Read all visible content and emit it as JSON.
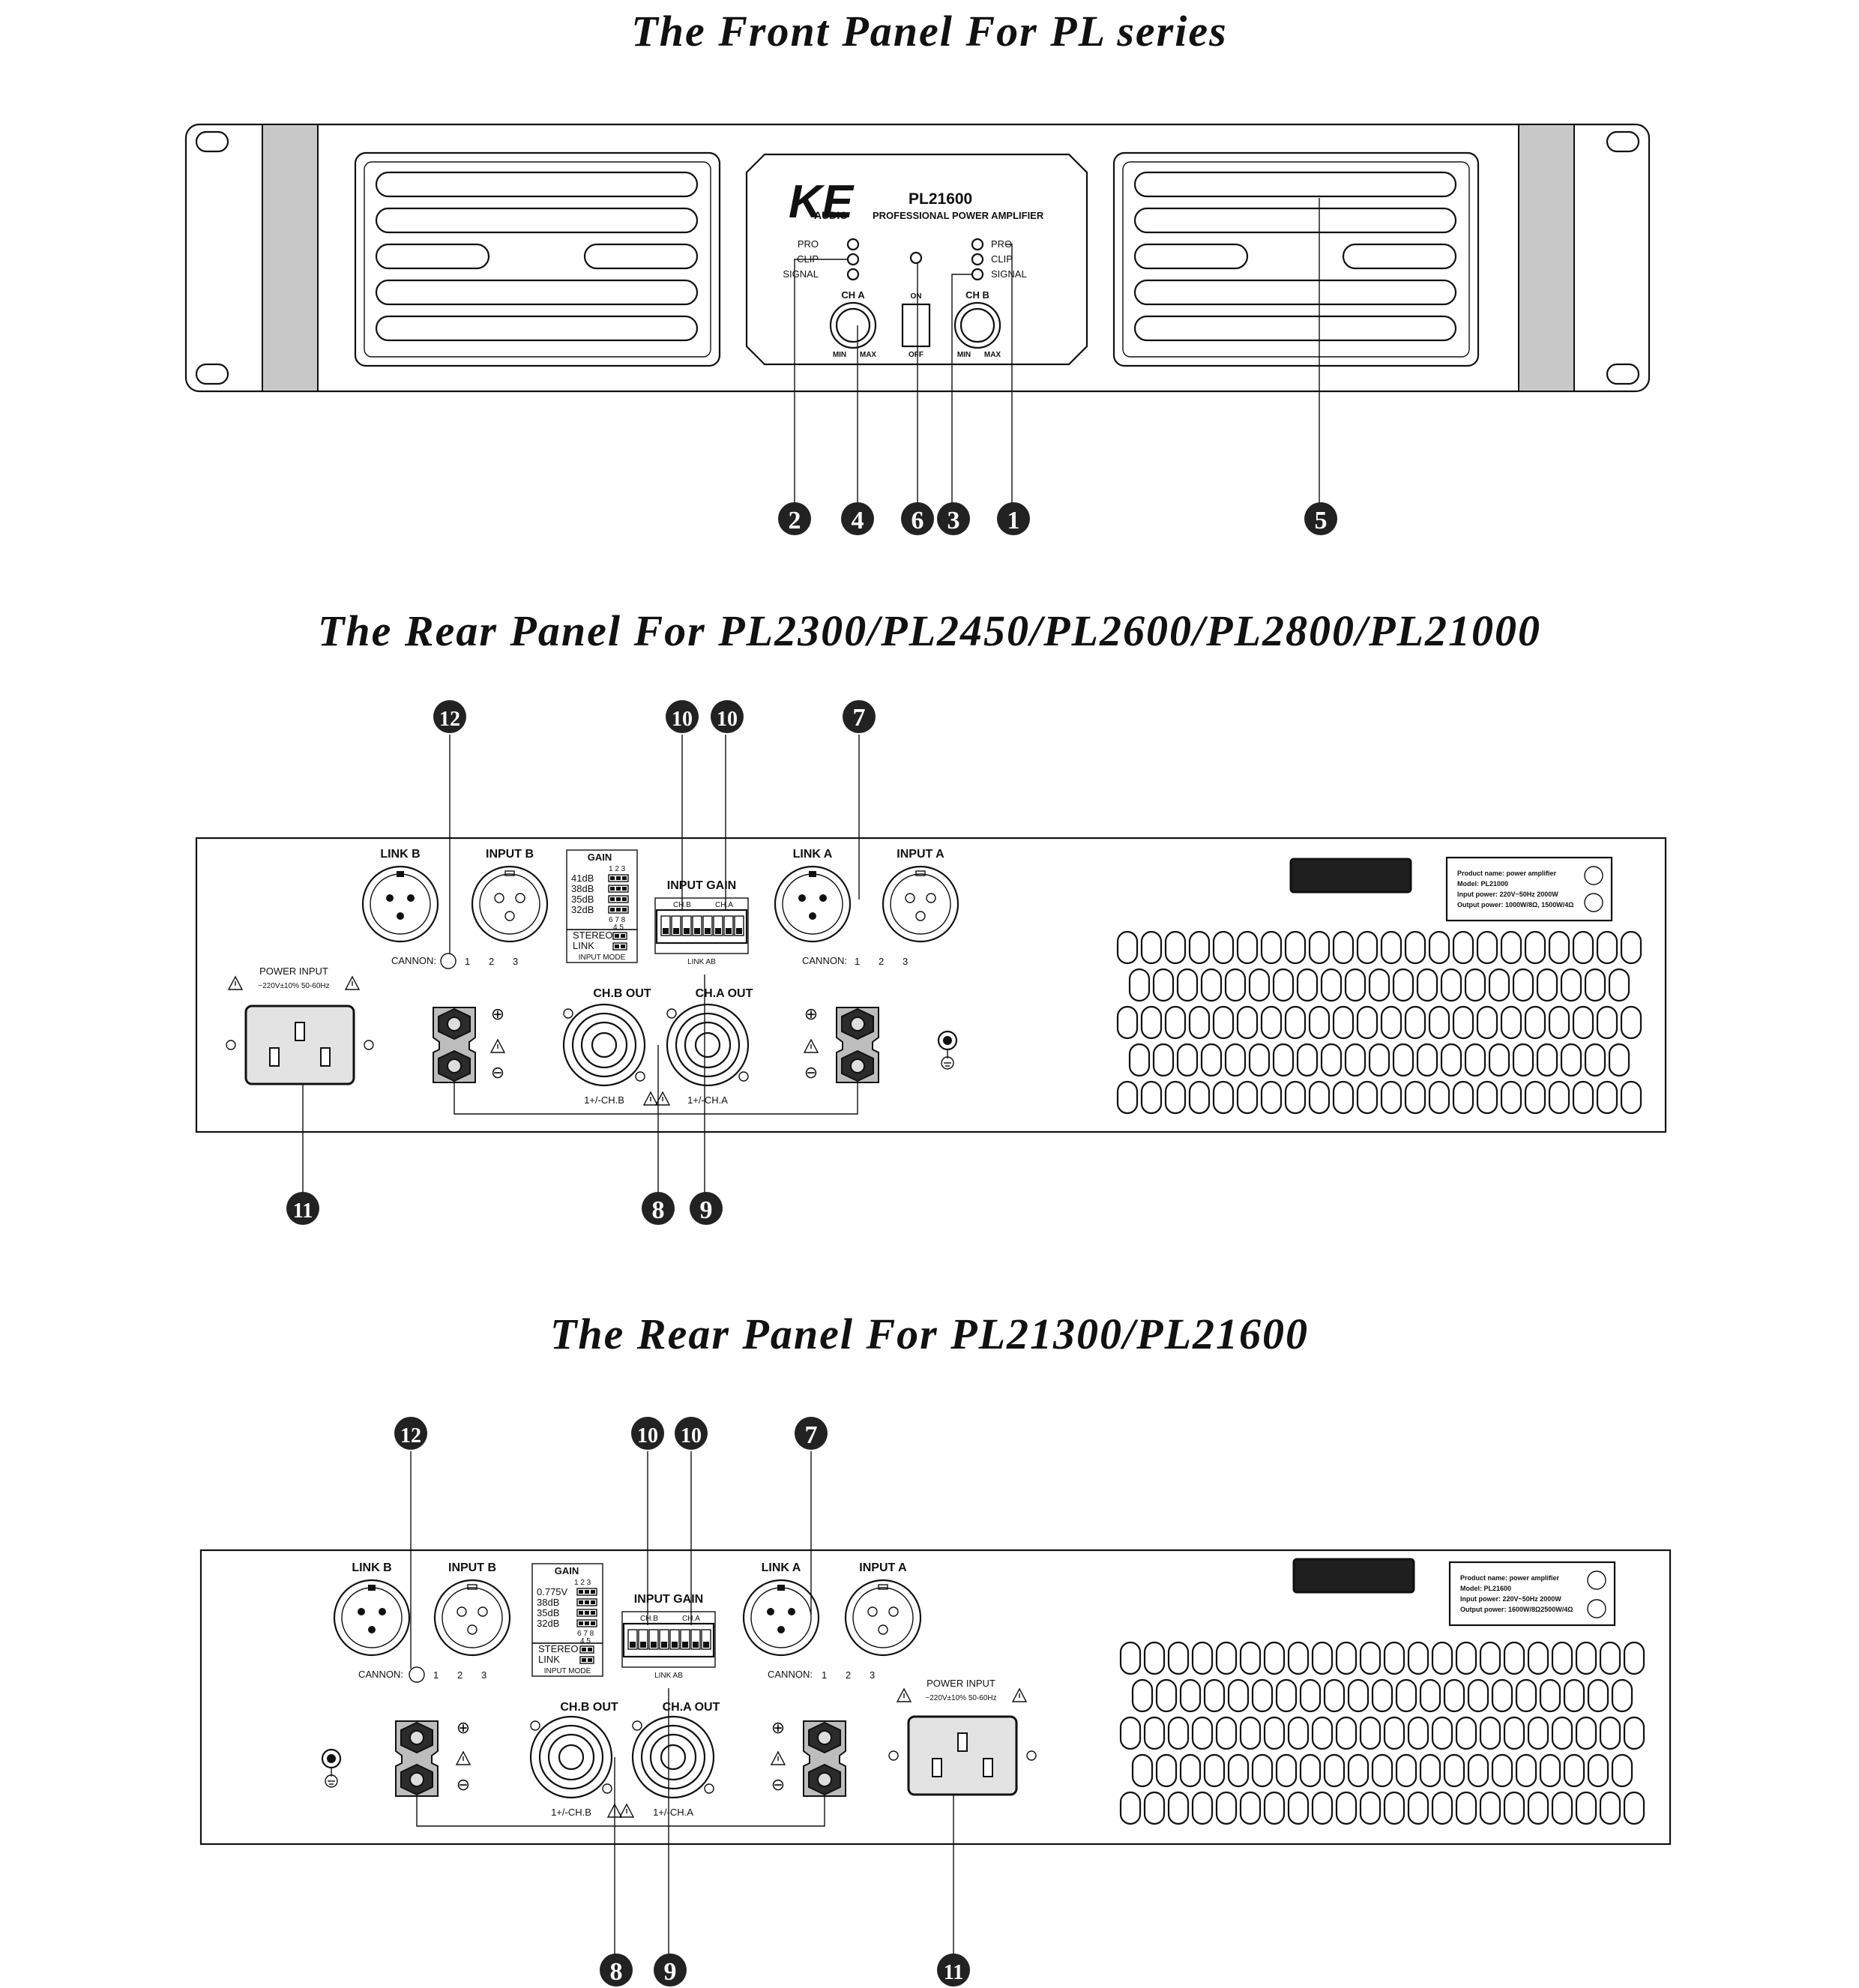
{
  "titles": {
    "front": "The Front Panel For  PL series",
    "rear1": "The Rear Panel For  PL2300/PL2450/PL2600/PL2800/PL21000",
    "rear2": "The Rear Panel For  PL21300/PL21600"
  },
  "front": {
    "brand": "KE",
    "brand_sub": "AUDIO",
    "model": "PL21600",
    "subtitle": "PROFESSIONAL POWER AMPLIFIER",
    "led_pro": "PRO",
    "led_clip": "CLIP",
    "led_signal": "SIGNAL",
    "cha": "CH A",
    "chb": "CH B",
    "min": "MIN",
    "max": "MAX",
    "on": "ON",
    "off": "OFF"
  },
  "rear": {
    "link_b": "LINK B",
    "input_b": "INPUT B",
    "link_a": "LINK A",
    "input_a": "INPUT A",
    "gain": "GAIN",
    "gain_switch_top": "1 2 3",
    "gain_switch_bottom": "6 7 8",
    "stereo_switch": "4 5",
    "gain_levels_1": [
      "41dB",
      "38dB",
      "35dB",
      "32dB"
    ],
    "gain_levels_2": [
      "0.775V",
      "38dB",
      "35dB",
      "32dB"
    ],
    "stereo": "STEREO",
    "link": "LINK",
    "input_mode": "INPUT MODE",
    "input_gain": "INPUT GAIN",
    "ch_b": "CH.B",
    "ch_a": "CH.A",
    "link_ab": "LINK AB",
    "cannon": "CANNON:",
    "pin1": "1",
    "pin2": "2",
    "pin3": "3",
    "ch_b_out": "CH.B OUT",
    "ch_a_out": "CH.A OUT",
    "out_b_pol": "1+/-CH.B",
    "out_a_pol": "1+/-CH.A",
    "power_input": "POWER INPUT",
    "voltage": "~220V±10% 50-60Hz",
    "plate1": {
      "product": "Product name:  power amplifier",
      "model": "Model:  PL21000",
      "input": "Input power:  220V~50Hz  2000W",
      "output": "Output power:  1000W/8Ω,  1500W/4Ω"
    },
    "plate2": {
      "product": "Product name:  power amplifier",
      "model": "Model:  PL21600",
      "input": "Input power:  220V~50Hz  2000W",
      "output": "Output power:  1600W/8Ω2500W/4Ω"
    }
  },
  "callouts": {
    "front": [
      "2",
      "4",
      "6",
      "3",
      "1",
      "5"
    ],
    "rear1": [
      "12",
      "10",
      "10",
      "7",
      "11",
      "8",
      "9"
    ],
    "rear2": [
      "12",
      "10",
      "10",
      "7",
      "8",
      "9",
      "11"
    ]
  }
}
